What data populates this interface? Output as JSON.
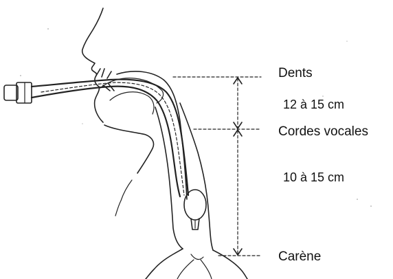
{
  "labels": {
    "teeth": "Dents",
    "teeth_to_cords": "12 à 15 cm",
    "vocal_cords": "Cordes vocales",
    "cords_to_carina": "10 à 15 cm",
    "carina": "Carène"
  },
  "colors": {
    "ink": "#222222",
    "background": "#ffffff"
  }
}
